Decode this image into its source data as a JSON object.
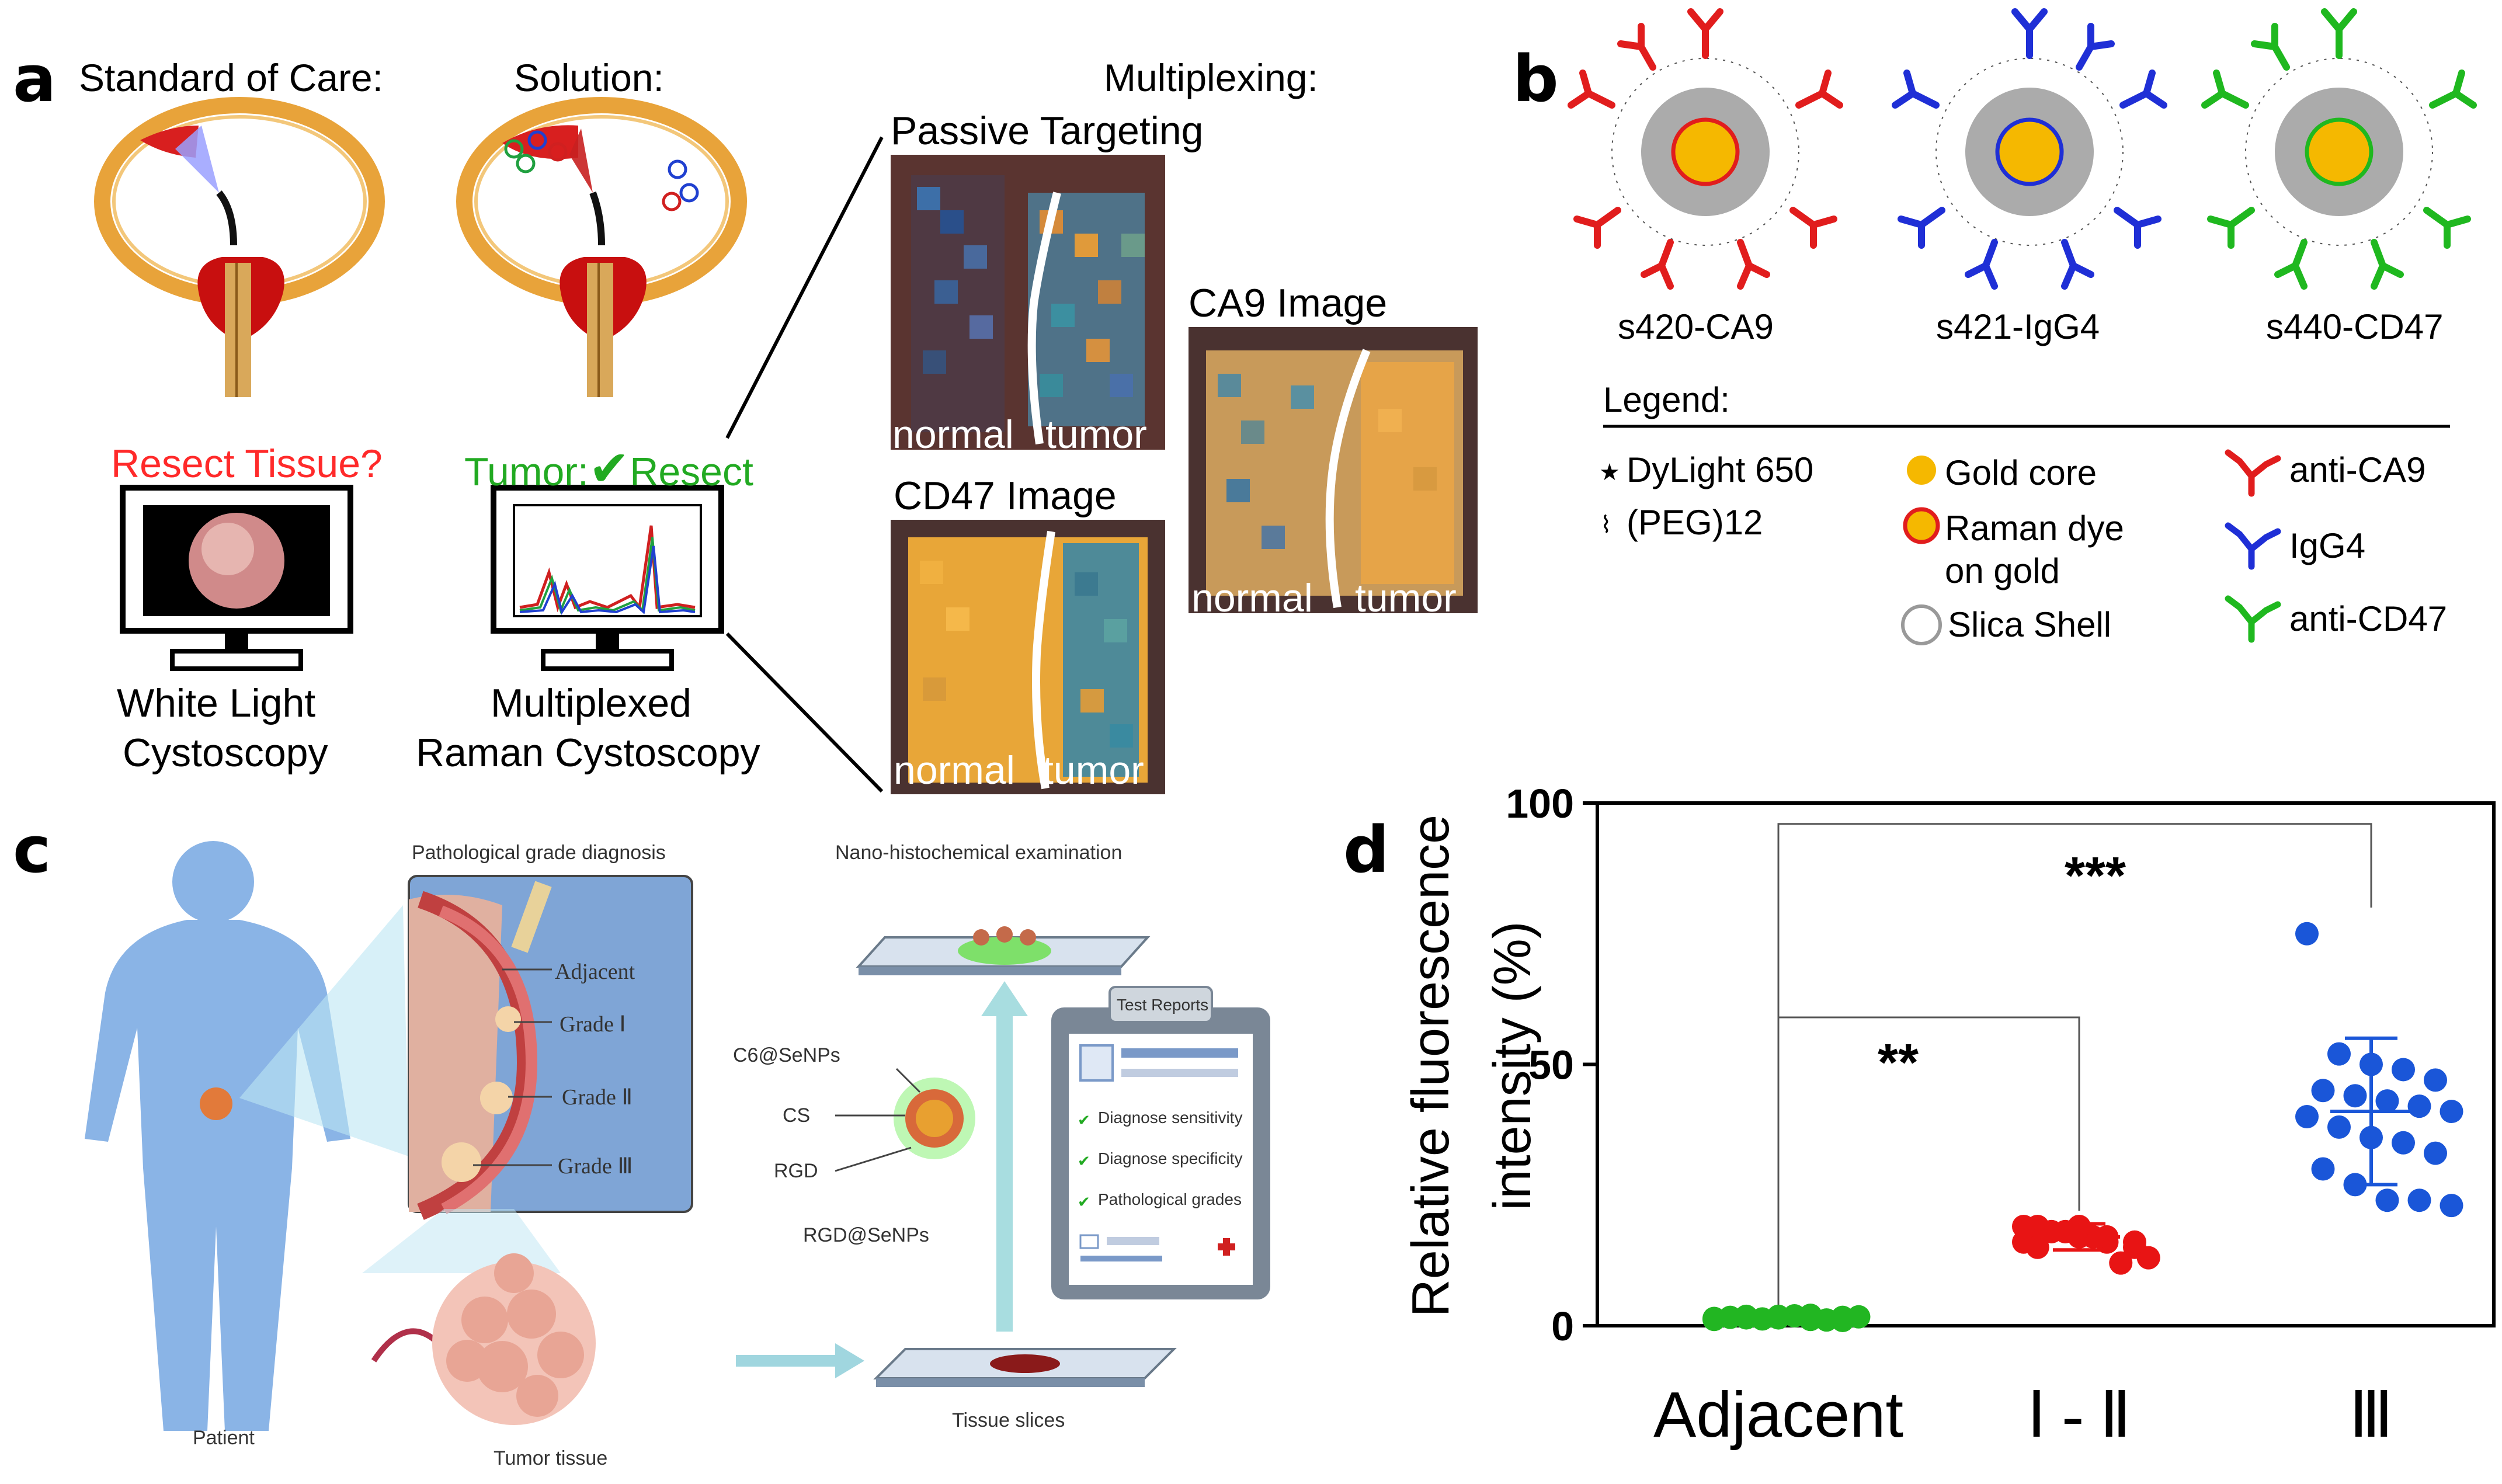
{
  "panels": {
    "a": {
      "label": "a",
      "standard_title": "Standard of Care:",
      "solution_title": "Solution:",
      "multiplexing_title": "Multiplexing:",
      "resect_question": "Resect Tissue?",
      "tumor_text": "Tumor:",
      "check_mark": "✔",
      "resect_text": "Resect",
      "wl_line1": "White Light",
      "wl_line2": "Cystoscopy",
      "mr_line1": "Multiplexed",
      "mr_line2": "Raman Cystoscopy",
      "images": [
        {
          "title": "Passive Targeting",
          "left_label": "normal",
          "right_label": "tumor"
        },
        {
          "title": "CA9 Image",
          "left_label": "normal",
          "right_label": "tumor"
        },
        {
          "title": "CD47 Image",
          "left_label": "normal",
          "right_label": "tumor"
        }
      ],
      "colors": {
        "red_text": "#ff2a2a",
        "green_text": "#22aa22"
      }
    },
    "b": {
      "label": "b",
      "particles": [
        {
          "name": "s420-CA9",
          "color": "#e11d1d"
        },
        {
          "name": "s421-IgG4",
          "color": "#1f2fd6"
        },
        {
          "name": "s440-CD47",
          "color": "#1fb81f"
        }
      ],
      "legend_title": "Legend:",
      "legend": {
        "star": "DyLight 650",
        "peg": "(PEG)12",
        "gold": "Gold core",
        "raman_line1": "Raman dye",
        "raman_line2": "on gold",
        "shell": "Slica Shell",
        "anti_ca9": "anti-CA9",
        "igg4": "IgG4",
        "anti_cd47": "anti-CD47"
      }
    },
    "c": {
      "label": "c",
      "pathology_title": "Pathological grade diagnosis",
      "nano_title": "Nano-histochemical examination",
      "grades": [
        "Adjacent",
        "Grade Ⅰ",
        "Grade Ⅱ",
        "Grade Ⅲ"
      ],
      "particle_labels": [
        "C6@SeNPs",
        "CS",
        "RGD"
      ],
      "particle_name": "RGD@SeNPs",
      "report_title": "Test Reports",
      "report_items": [
        "Diagnose sensitivity",
        "Diagnose specificity",
        "Pathological grades"
      ],
      "patient": "Patient",
      "tumor_tissue": "Tumor tissue",
      "tissue_slices": "Tissue slices"
    },
    "d": {
      "label": "d",
      "sig1": "**",
      "sig2": "***"
    }
  },
  "chart_data": {
    "type": "scatter",
    "ylabel_line1": "Relative fluorescence",
    "ylabel_line2": "intensity (%)",
    "categories": [
      "Adjacent",
      "Ⅰ - Ⅱ",
      "Ⅲ"
    ],
    "ylim": [
      0,
      100
    ],
    "yticks": [
      0,
      50,
      100
    ],
    "series": [
      {
        "category": "Adjacent",
        "color": "#22b622",
        "mean": 1.5,
        "sd": 0.5,
        "values": [
          1.2,
          1.8,
          1.5,
          2.0,
          1.0,
          1.6,
          1.3,
          1.9,
          1.1,
          1.7,
          1.4,
          1.5,
          1.8,
          1.2,
          1.6
        ]
      },
      {
        "category": "Ⅰ - Ⅱ",
        "color": "#e81414",
        "mean": 17,
        "sd": 2.5,
        "values": [
          19,
          18,
          17,
          16,
          15,
          19,
          18,
          17,
          12,
          13,
          16,
          18,
          19,
          17,
          16,
          15,
          18
        ]
      },
      {
        "category": "Ⅲ",
        "color": "#1a56d8",
        "mean": 41,
        "sd": 14,
        "values": [
          75,
          52,
          50,
          49,
          47,
          45,
          44,
          43,
          42,
          41,
          40,
          38,
          36,
          35,
          33,
          30,
          27,
          24,
          24,
          23
        ]
      }
    ]
  }
}
